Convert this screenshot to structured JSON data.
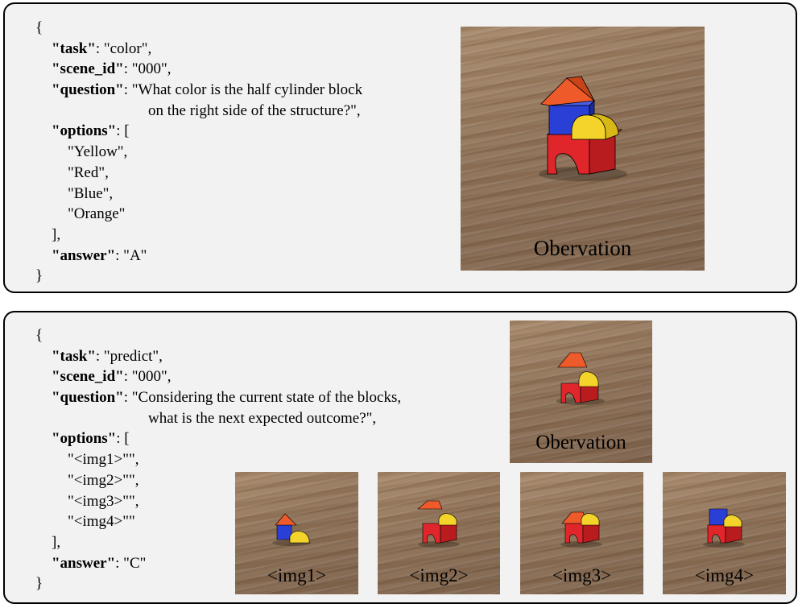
{
  "panel1": {
    "code_lines": [
      [
        {
          "t": "{",
          "k": false
        }
      ],
      [
        {
          "t": "\"task\"",
          "k": true
        },
        {
          "t": ": \"color\",",
          "k": false
        }
      ],
      [
        {
          "t": "\"scene_id\"",
          "k": true
        },
        {
          "t": ": \"000\",",
          "k": false
        }
      ],
      [
        {
          "t": "\"question\"",
          "k": true
        },
        {
          "t": ": \"What color is the half cylinder block",
          "k": false
        }
      ],
      [
        {
          "t": "on the right side of the structure?\",",
          "k": false
        }
      ],
      [
        {
          "t": "\"options\"",
          "k": true
        },
        {
          "t": ": [",
          "k": false
        }
      ],
      [
        {
          "t": "\"Yellow\",",
          "k": false
        }
      ],
      [
        {
          "t": "\"Red\",",
          "k": false
        }
      ],
      [
        {
          "t": "\"Blue\",",
          "k": false
        }
      ],
      [
        {
          "t": "\"Orange\"",
          "k": false
        }
      ],
      [
        {
          "t": "],",
          "k": false
        }
      ],
      [
        {
          "t": "\"answer\"",
          "k": true
        },
        {
          "t": ": \"A\"",
          "k": false
        }
      ],
      [
        {
          "t": "}",
          "k": false
        }
      ]
    ],
    "observation_caption": "Obervation"
  },
  "panel2": {
    "code_lines": [
      [
        {
          "t": "{",
          "k": false
        }
      ],
      [
        {
          "t": "\"task\"",
          "k": true
        },
        {
          "t": ": \"predict\",",
          "k": false
        }
      ],
      [
        {
          "t": "\"scene_id\"",
          "k": true
        },
        {
          "t": ": \"000\",",
          "k": false
        }
      ],
      [
        {
          "t": "\"question\"",
          "k": true
        },
        {
          "t": ": \"Considering the current state of the blocks,",
          "k": false
        }
      ],
      [
        {
          "t": "what is the next expected outcome?\",",
          "k": false
        }
      ],
      [
        {
          "t": "\"options\"",
          "k": true
        },
        {
          "t": ": [",
          "k": false
        }
      ],
      [
        {
          "t": "\"<img1>\"\",",
          "k": false
        }
      ],
      [
        {
          "t": "\"<img2>\"\",",
          "k": false
        }
      ],
      [
        {
          "t": "\"<img3>\"\",",
          "k": false
        }
      ],
      [
        {
          "t": "\"<img4>\"\"",
          "k": false
        }
      ],
      [
        {
          "t": "],",
          "k": false
        }
      ],
      [
        {
          "t": "\"answer\"",
          "k": true
        },
        {
          "t": ": \"C\"",
          "k": false
        }
      ],
      [
        {
          "t": "}",
          "k": false
        }
      ]
    ],
    "observation_caption": "Obervation",
    "option_captions": [
      "<img1>",
      "<img2>",
      "<img3>",
      "<img4>"
    ]
  },
  "colors": {
    "block_red": "#e0262a",
    "block_blue": "#2a3fd6",
    "block_yellow": "#f4d42a",
    "block_orange": "#ee5a2a",
    "panel_bg": "#f2f2f2"
  }
}
